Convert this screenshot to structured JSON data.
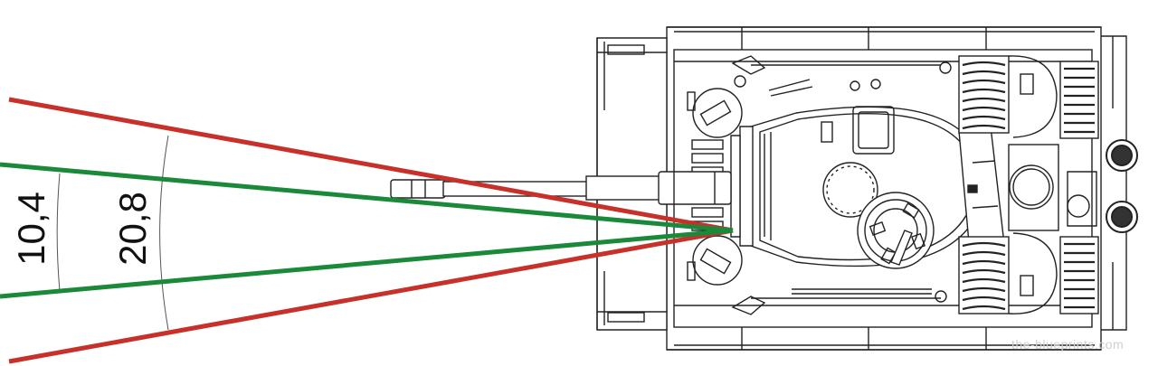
{
  "angles": {
    "inner_label": "10,4",
    "outer_label": "20,8",
    "inner_color": "#1a8a3a",
    "outer_color": "#c8302a"
  },
  "watermark": "the-blueprints.com",
  "drawing": {
    "line_color": "#222222",
    "fill_color": "#ffffff"
  }
}
